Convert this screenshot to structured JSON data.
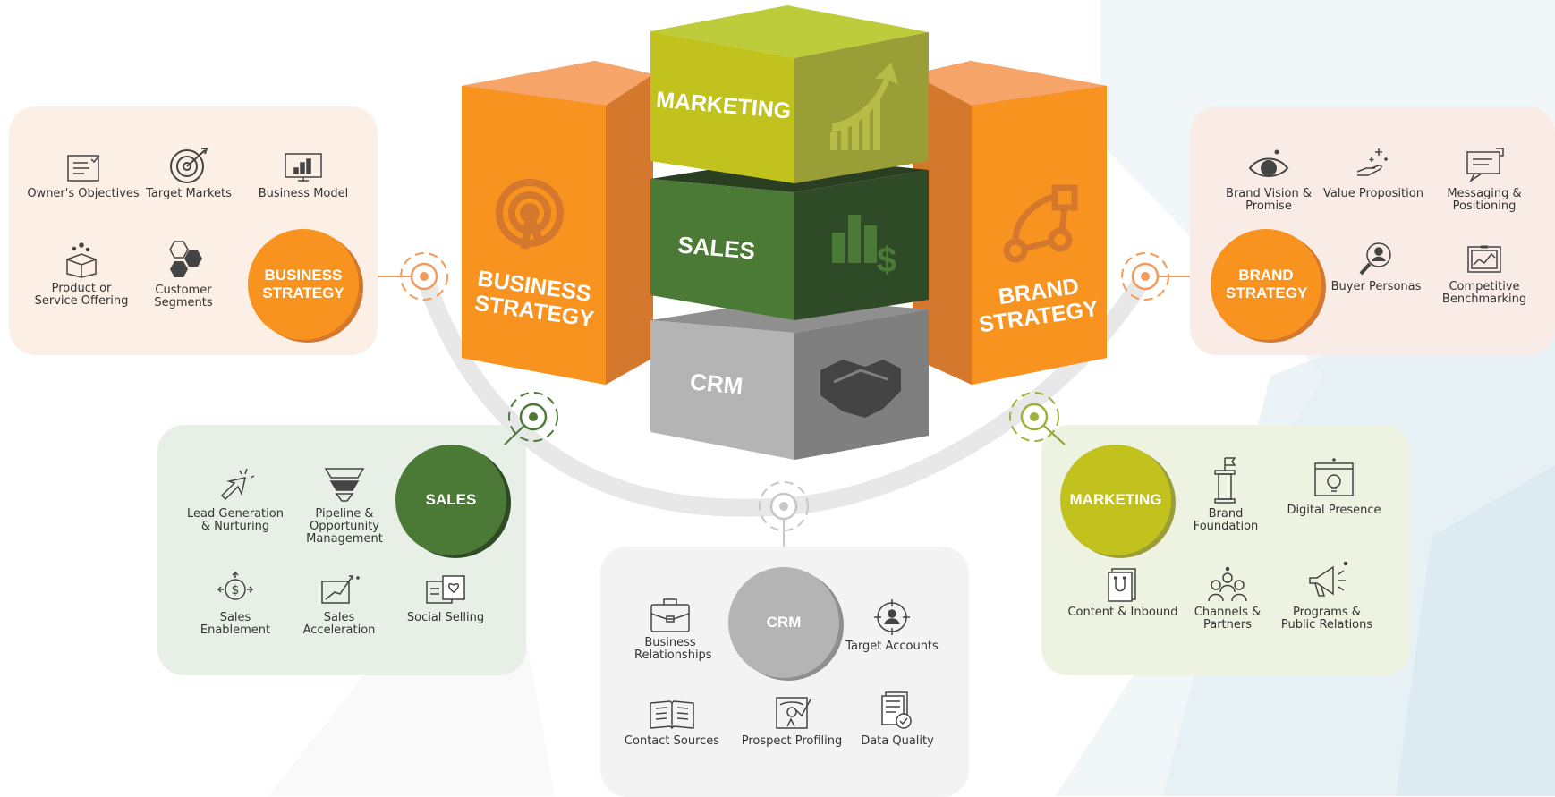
{
  "colors": {
    "orange": "#f7931e",
    "orange_dark": "#d4782e",
    "orange_light": "#f6a468",
    "lime": "#c2c21e",
    "lime_dark": "#9a9e36",
    "green": "#4a7a36",
    "green_dark": "#2f4a26",
    "grey": "#b4b4b4",
    "grey_dark": "#7f7f7f"
  },
  "cubes": {
    "marketing": "MARKETING",
    "sales": "SALES",
    "crm": "CRM",
    "business_strategy": [
      "BUSINESS",
      "STRATEGY"
    ],
    "brand_strategy": [
      "BRAND",
      "STRATEGY"
    ]
  },
  "business_strategy": {
    "title": "BUSINESS STRATEGY",
    "items": [
      {
        "label": "Owner's Objectives",
        "icon": "document-icon"
      },
      {
        "label": "Target Markets",
        "icon": "target-icon"
      },
      {
        "label": "Business Model",
        "icon": "monitor-chart-icon"
      },
      {
        "label": "Product or Service Offering",
        "icon": "box-icon"
      },
      {
        "label": "Customer Segments",
        "icon": "hexagons-icon"
      }
    ]
  },
  "brand_strategy": {
    "title": "BRAND STRATEGY",
    "items": [
      {
        "label": "Brand Vision & Promise",
        "icon": "eye-icon"
      },
      {
        "label": "Value Proposition",
        "icon": "hand-sparkle-icon"
      },
      {
        "label": "Messaging & Positioning",
        "icon": "speech-bubble-icon"
      },
      {
        "label": "Buyer Personas",
        "icon": "magnifier-person-icon"
      },
      {
        "label": "Competitive Benchmarking",
        "icon": "clipboard-chart-icon"
      }
    ]
  },
  "sales": {
    "title": "SALES",
    "items": [
      {
        "label": "Lead Generation & Nurturing",
        "icon": "cursor-click-icon"
      },
      {
        "label": "Pipeline & Opportunity Management",
        "icon": "funnel-icon"
      },
      {
        "label": "Sales Enablement",
        "icon": "dollar-arrows-icon"
      },
      {
        "label": "Sales Acceleration",
        "icon": "growth-chart-icon"
      },
      {
        "label": "Social Selling",
        "icon": "heart-browser-icon"
      }
    ]
  },
  "marketing": {
    "title": "MARKETING",
    "items": [
      {
        "label": "Brand Foundation",
        "icon": "pillar-flag-icon"
      },
      {
        "label": "Digital Presence",
        "icon": "browser-bulb-icon"
      },
      {
        "label": "Content & Inbound",
        "icon": "magnet-doc-icon"
      },
      {
        "label": "Channels & Partners",
        "icon": "people-group-icon"
      },
      {
        "label": "Programs & Public Relations",
        "icon": "megaphone-icon"
      }
    ]
  },
  "crm": {
    "title": "CRM",
    "items": [
      {
        "label": "Business Relationships",
        "icon": "briefcase-icon"
      },
      {
        "label": "Target Accounts",
        "icon": "crosshair-person-icon"
      },
      {
        "label": "Contact Sources",
        "icon": "open-book-icon"
      },
      {
        "label": "Prospect Profiling",
        "icon": "profile-check-icon"
      },
      {
        "label": "Data Quality",
        "icon": "doc-check-icon"
      }
    ]
  }
}
